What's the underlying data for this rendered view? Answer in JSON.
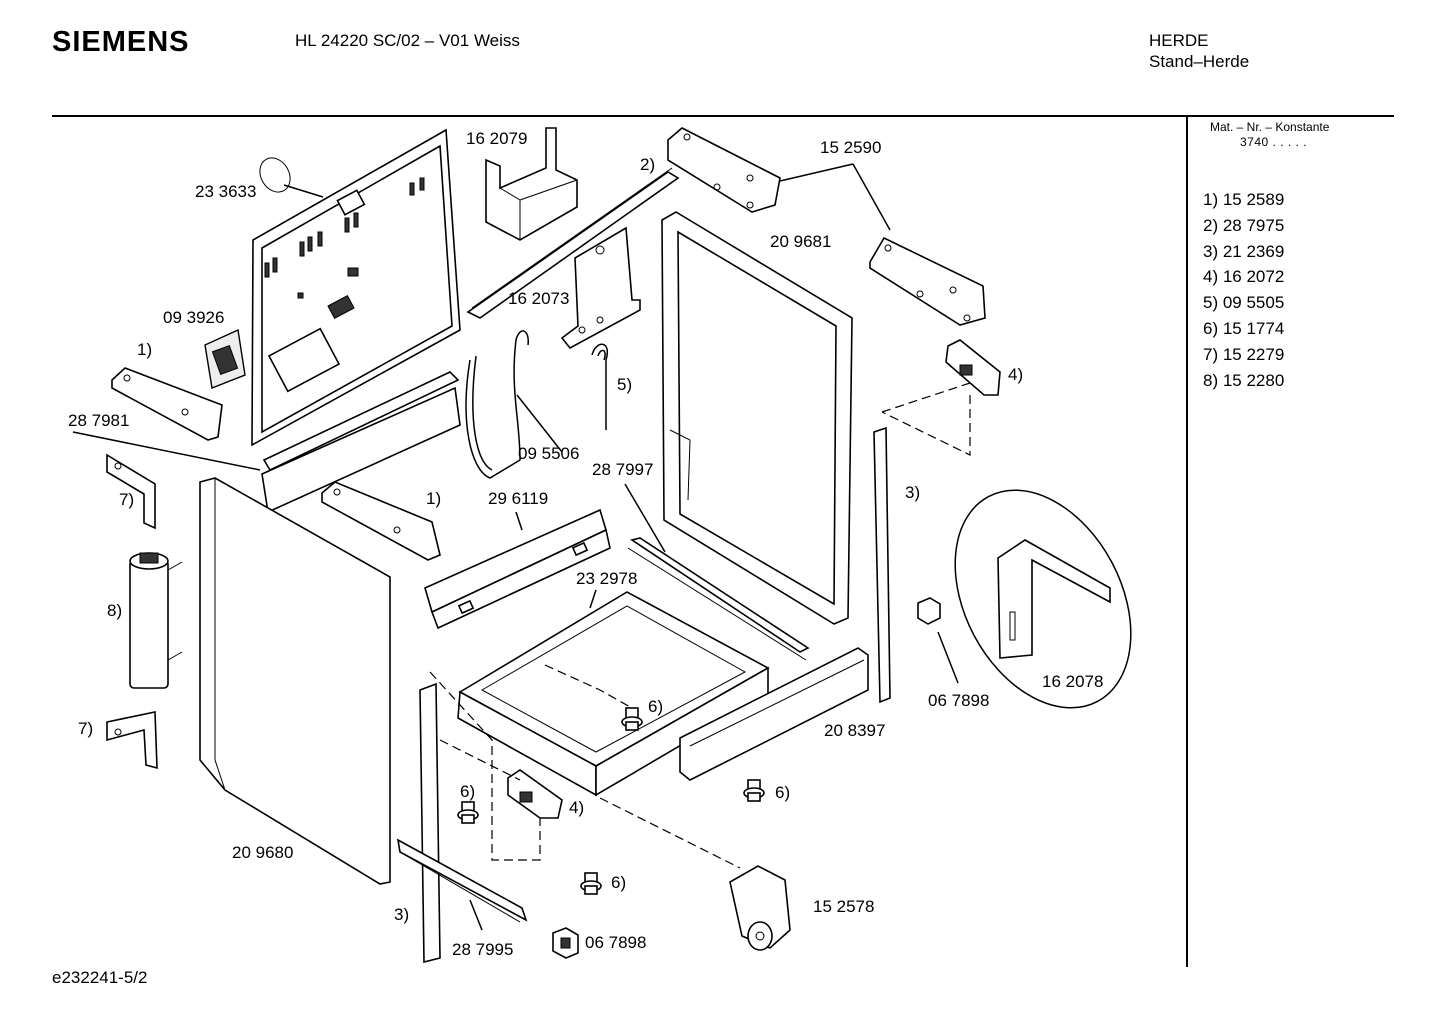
{
  "header": {
    "brand": "SIEMENS",
    "model": "HL 24220 SC/02 – V01 Weiss",
    "category": "HERDE",
    "subcategory": "Stand–Herde"
  },
  "konstante": {
    "label": "Mat. – Nr. – Konstante",
    "value": "3740 . . . . ."
  },
  "legend": [
    "1) 15 2589",
    "2) 28 7975",
    "3) 21 2369",
    "4) 16 2072",
    "5) 09 5505",
    "6) 15 1774",
    "7) 15 2279",
    "8) 15 2280"
  ],
  "callouts": {
    "p162079": "16 2079",
    "p152590": "15 2590",
    "p233633": "23 3633",
    "p209681": "20 9681",
    "p162073": "16 2073",
    "p093926": "09 3926",
    "p287981": "28 7981",
    "p095506": "09 5506",
    "p287997": "28 7997",
    "p296119": "29 6119",
    "p232978": "23 2978",
    "p162078": "16 2078",
    "p067898a": "06 7898",
    "p208397": "20 8397",
    "p209680": "20 9680",
    "p152578": "15 2578",
    "p287995": "28 7995",
    "p067898b": "06 7898",
    "r1a": "1)",
    "r1b": "1)",
    "r2": "2)",
    "r3a": "3)",
    "r3b": "3)",
    "r4a": "4)",
    "r4b": "4)",
    "r5": "5)",
    "r6a": "6)",
    "r6b": "6)",
    "r6c": "6)",
    "r6d": "6)",
    "r7a": "7)",
    "r7b": "7)",
    "r8": "8)"
  },
  "footer": {
    "drawing_id": "e232241-5/2"
  }
}
